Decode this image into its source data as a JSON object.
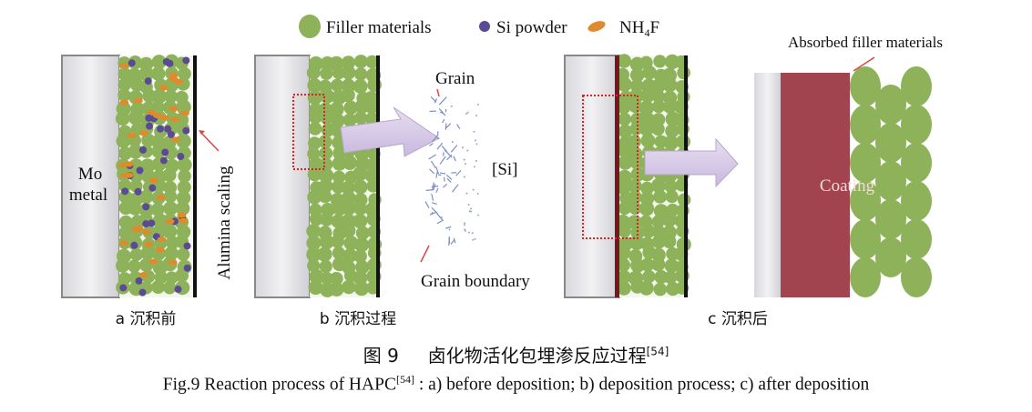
{
  "legend": {
    "filler": "Filler materials",
    "si": "Si powder",
    "nh4f_main": "NH",
    "nh4f_sub": "4",
    "nh4f_end": "F"
  },
  "panel_a": {
    "metal_line1": "Mo",
    "metal_line2": "metal",
    "scaling": "Alumina  scaling",
    "label": "a 沉积前"
  },
  "panel_b": {
    "grain": "Grain",
    "si": "[Si]",
    "grain_boundary": "Grain boundary",
    "label": "b 沉积过程"
  },
  "panel_c": {
    "coating": "Coating",
    "absorbed": "Absorbed filler materials",
    "label": "c 沉积后"
  },
  "caption": {
    "cn_fig": "图 9",
    "cn_title": "卤化物活化包埋渗反应过程",
    "cn_ref": "[54]",
    "en_start": "Fig.9 Reaction process of HAPC",
    "en_ref": "[54]",
    "en_end": " : a)  before deposition;  b)  deposition process;  c)  after deposition"
  },
  "colors": {
    "filler": "#8db25a",
    "si": "#5b4a94",
    "nh4f": "#e08a2e",
    "coating": "#a1444f",
    "arrow": "#d6c8e6"
  }
}
